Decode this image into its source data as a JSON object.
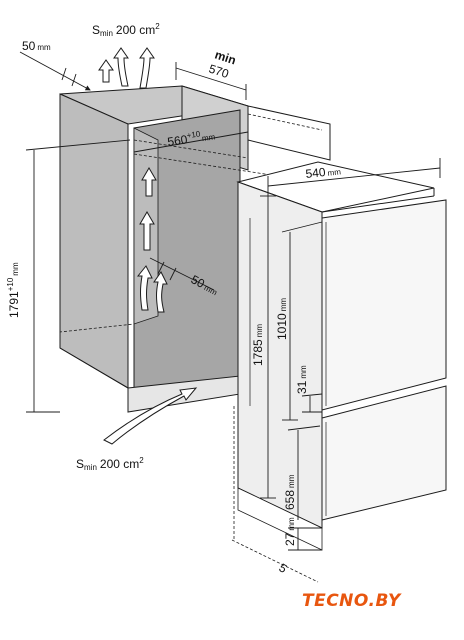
{
  "colors": {
    "cabinet_face": "#b7b7b7",
    "cabinet_side": "#cfcfcf",
    "cabinet_inner": "#a9a9a9",
    "appliance_face": "#f4f4f4",
    "line": "#1c1c1c",
    "brand": "#e8560f"
  },
  "labels": {
    "top_gap": {
      "value": "50",
      "unit": "mm"
    },
    "ventilation_top": {
      "prefix": "S",
      "sub": "min",
      "value": "200 cm",
      "sup": "2"
    },
    "ventilation_bottom": {
      "prefix": "S",
      "sub": "min",
      "value": "200 cm",
      "sup": "2"
    },
    "min_depth": {
      "line1": "min",
      "line2": "570"
    },
    "niche_width": {
      "value": "560",
      "sup": "+10",
      "unit": "mm"
    },
    "appliance_width": {
      "value": "540",
      "unit": "mm"
    },
    "rear_gap": {
      "value": "50",
      "unit": "mm"
    },
    "niche_height": {
      "value": "1791",
      "sup": "+10",
      "unit": "mm"
    },
    "appliance_height": {
      "value": "1785",
      "unit": "mm"
    },
    "upper_door": {
      "value": "1010",
      "unit": "mm"
    },
    "door_gap": {
      "value": "31",
      "unit": "mm"
    },
    "lower_door": {
      "value": "658",
      "unit": "mm"
    },
    "plinth_gap": {
      "value": "27",
      "unit": "mm"
    },
    "cut_label": "5"
  },
  "brand": {
    "text": "TECNO.BY"
  }
}
